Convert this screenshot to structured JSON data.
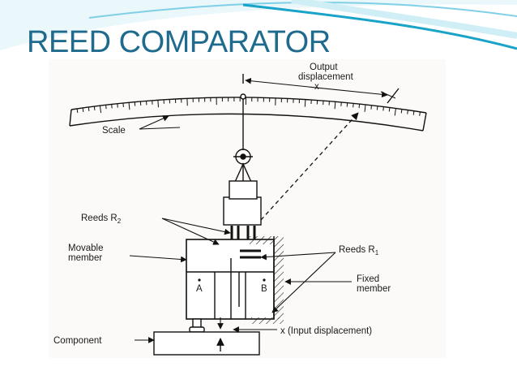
{
  "slide": {
    "title": "REED COMPARATOR",
    "title_color": "#1f6b8e",
    "accent_colors": [
      "#1aa3c8",
      "#7fd0e6",
      "#cfeef6"
    ]
  },
  "diagram": {
    "labels": {
      "output_line1": "Output",
      "output_line2": "displacement",
      "output_x": "x",
      "scale": "Scale",
      "reeds_r2": "Reeds R",
      "reeds_r2_sub": "2",
      "movable_line1": "Movable",
      "movable_line2": "member",
      "reeds_r1": "Reeds R",
      "reeds_r1_sub": "1",
      "marker_a": "A",
      "marker_b": "B",
      "fixed_line1": "Fixed",
      "fixed_line2": "member",
      "component": "Component",
      "input": "x (Input displacement)"
    }
  }
}
